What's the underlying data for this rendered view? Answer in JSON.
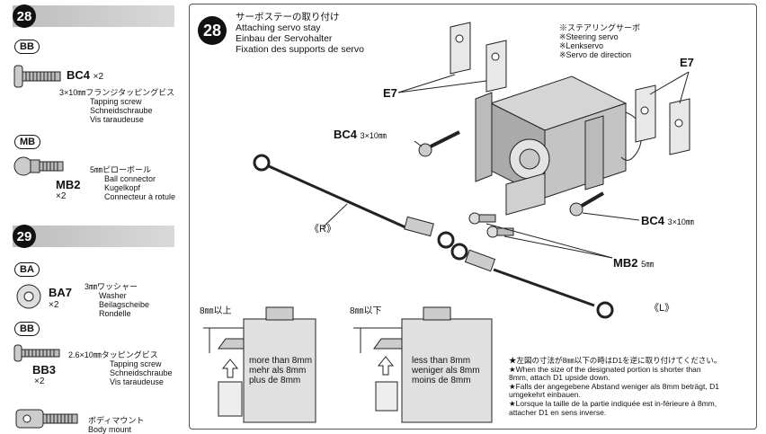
{
  "step28": {
    "number": "28",
    "bag_bb": "BB",
    "bc4_label": "BC4",
    "bc4_qty": "×2",
    "bc4_desc": [
      "3×10㎜フランジタッピングビス",
      "Tapping screw",
      "Schneidschraube",
      "Vis taraudeuse"
    ],
    "bag_mb": "MB",
    "mb2_label": "MB2",
    "mb2_qty": "×2",
    "mb2_desc": [
      "5㎜ピローボール",
      "Ball connector",
      "Kugelkopf",
      "Connecteur à rotule"
    ]
  },
  "step29": {
    "number": "29",
    "bag_ba": "BA",
    "ba7_label": "BA7",
    "ba7_qty": "×2",
    "ba7_desc": [
      "3㎜ワッシャー",
      "Washer",
      "Beilagscheibe",
      "Rondelle"
    ],
    "bag_bb": "BB",
    "bb3_label": "BB3",
    "bb3_qty": "×2",
    "bb3_desc": [
      "2.6×10㎜タッピングビス",
      "Tapping screw",
      "Schneidschraube",
      "Vis taraudeuse"
    ],
    "body_mount_desc": [
      "ボディマウント",
      "Body mount"
    ]
  },
  "main": {
    "step_number": "28",
    "titles": [
      "サーボステーの取り付け",
      "Attaching servo stay",
      "Einbau der Servohalter",
      "Fixation des supports de servo"
    ],
    "servo_note": [
      "※ステアリングサーボ",
      "※Steering servo",
      "※Lenkservo",
      "※Servo de direction"
    ],
    "e7_left": "E7",
    "e7_right": "E7",
    "bc4_left": "BC4",
    "bc4_left_size": "3×10㎜",
    "bc4_right": "BC4",
    "bc4_right_size": "3×10㎜",
    "mb2": "MB2",
    "mb2_size": "5㎜",
    "rod_r": "《R》",
    "rod_l": "《L》",
    "dim_more_label": "8㎜以上",
    "dim_less_label": "8㎜以下",
    "more_text": [
      "more than 8mm",
      "mehr als 8mm",
      "plus de 8mm"
    ],
    "less_text": [
      "less than 8mm",
      "weniger als 8mm",
      "moins de 8mm"
    ],
    "notes": [
      "★左図の寸法が8㎜以下の時はD1を逆に取り付けてください。",
      "★When the size of the designated portion is shorter than",
      "8mm, attach D1 upside down.",
      "★Falls der angegebene Abstand weniger als 8mm beträgt, D1",
      "umgekehrt einbauen.",
      "★Lorsque la taille de la partie indiquée est in-férieure à 8mm,",
      "attacher D1 en sens inverse."
    ]
  }
}
